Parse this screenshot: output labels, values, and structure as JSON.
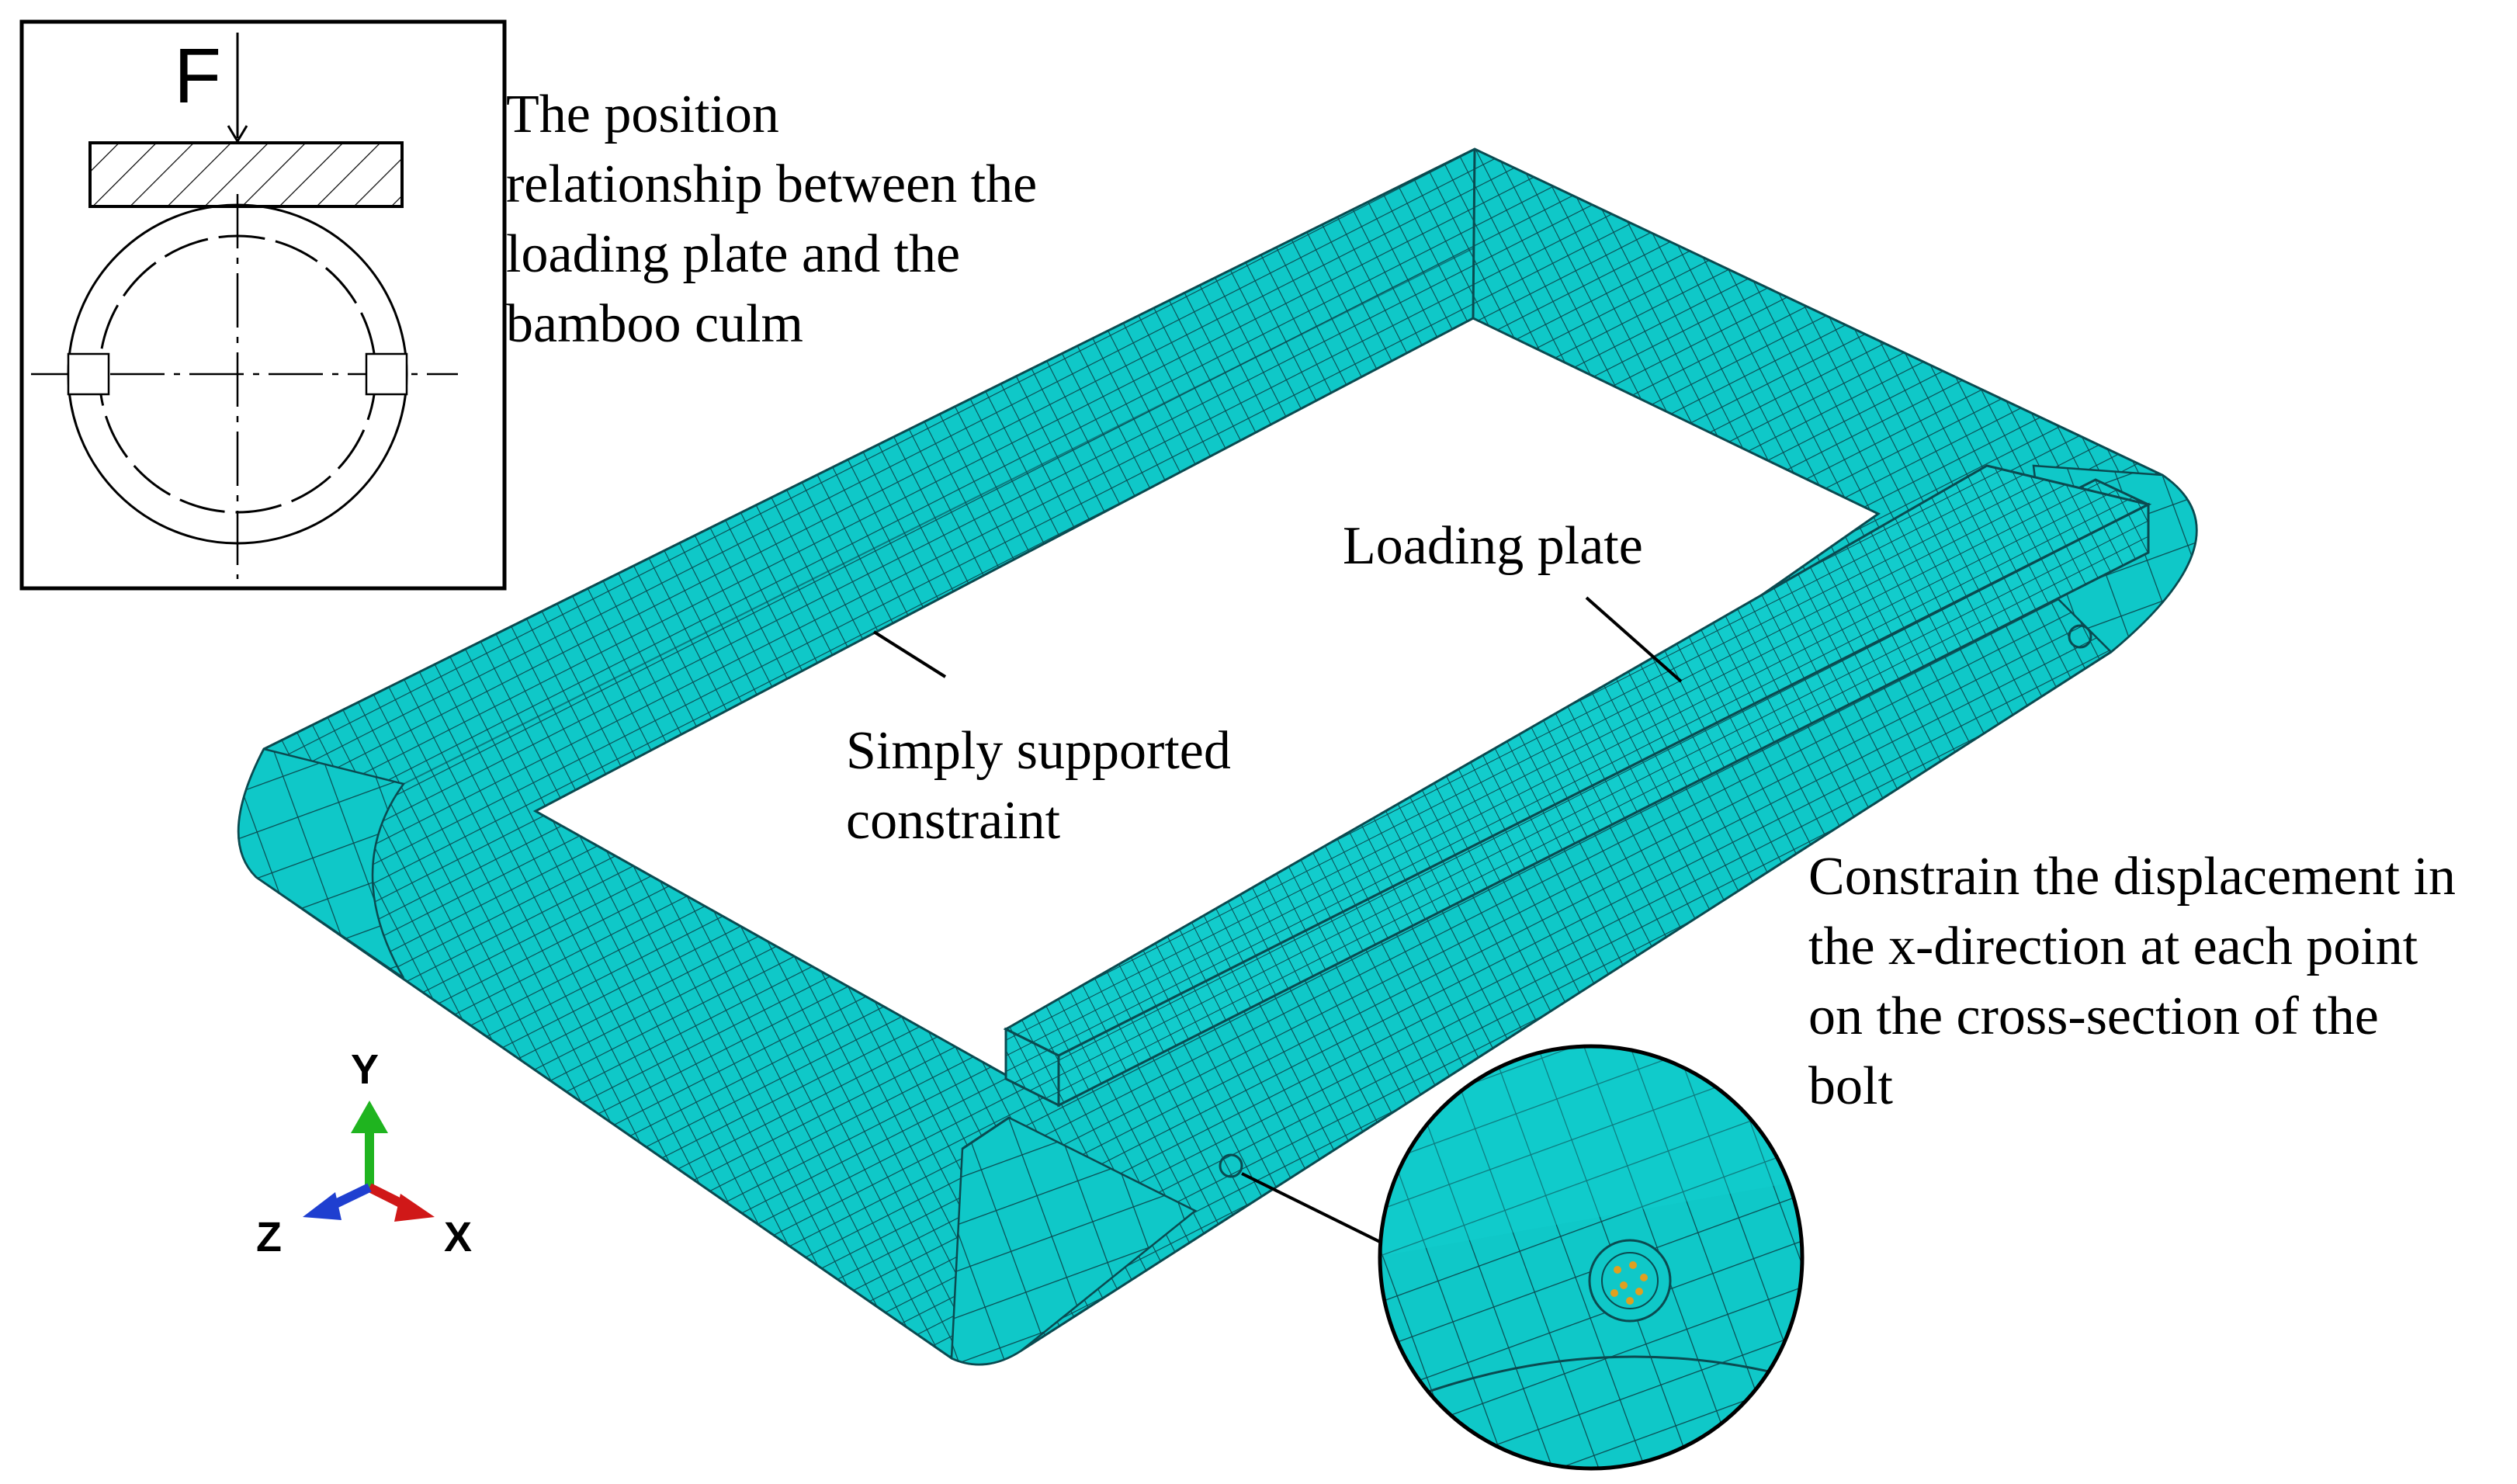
{
  "inset": {
    "force_label": "F"
  },
  "annotations": {
    "position_relationship": [
      "The position",
      "relationship between the",
      "loading plate and the",
      "bamboo culm"
    ],
    "loading_plate": "Loading plate",
    "simply_supported": [
      "Simply supported",
      "constraint"
    ],
    "constrain_displacement": [
      "Constrain the displacement in",
      "the x-direction at each point",
      "on the cross-section of the",
      "bolt"
    ]
  },
  "axes_triad": {
    "y_label": "Y",
    "z_label": "Z",
    "x_label": "X",
    "y_color": "#1fb41f",
    "x_color": "#d01818",
    "z_color": "#1f3fd0"
  },
  "colors": {
    "mesh_fill": "#0fc8c8",
    "mesh_line": "#0a4a50",
    "bolt_points": "#e0a020"
  }
}
